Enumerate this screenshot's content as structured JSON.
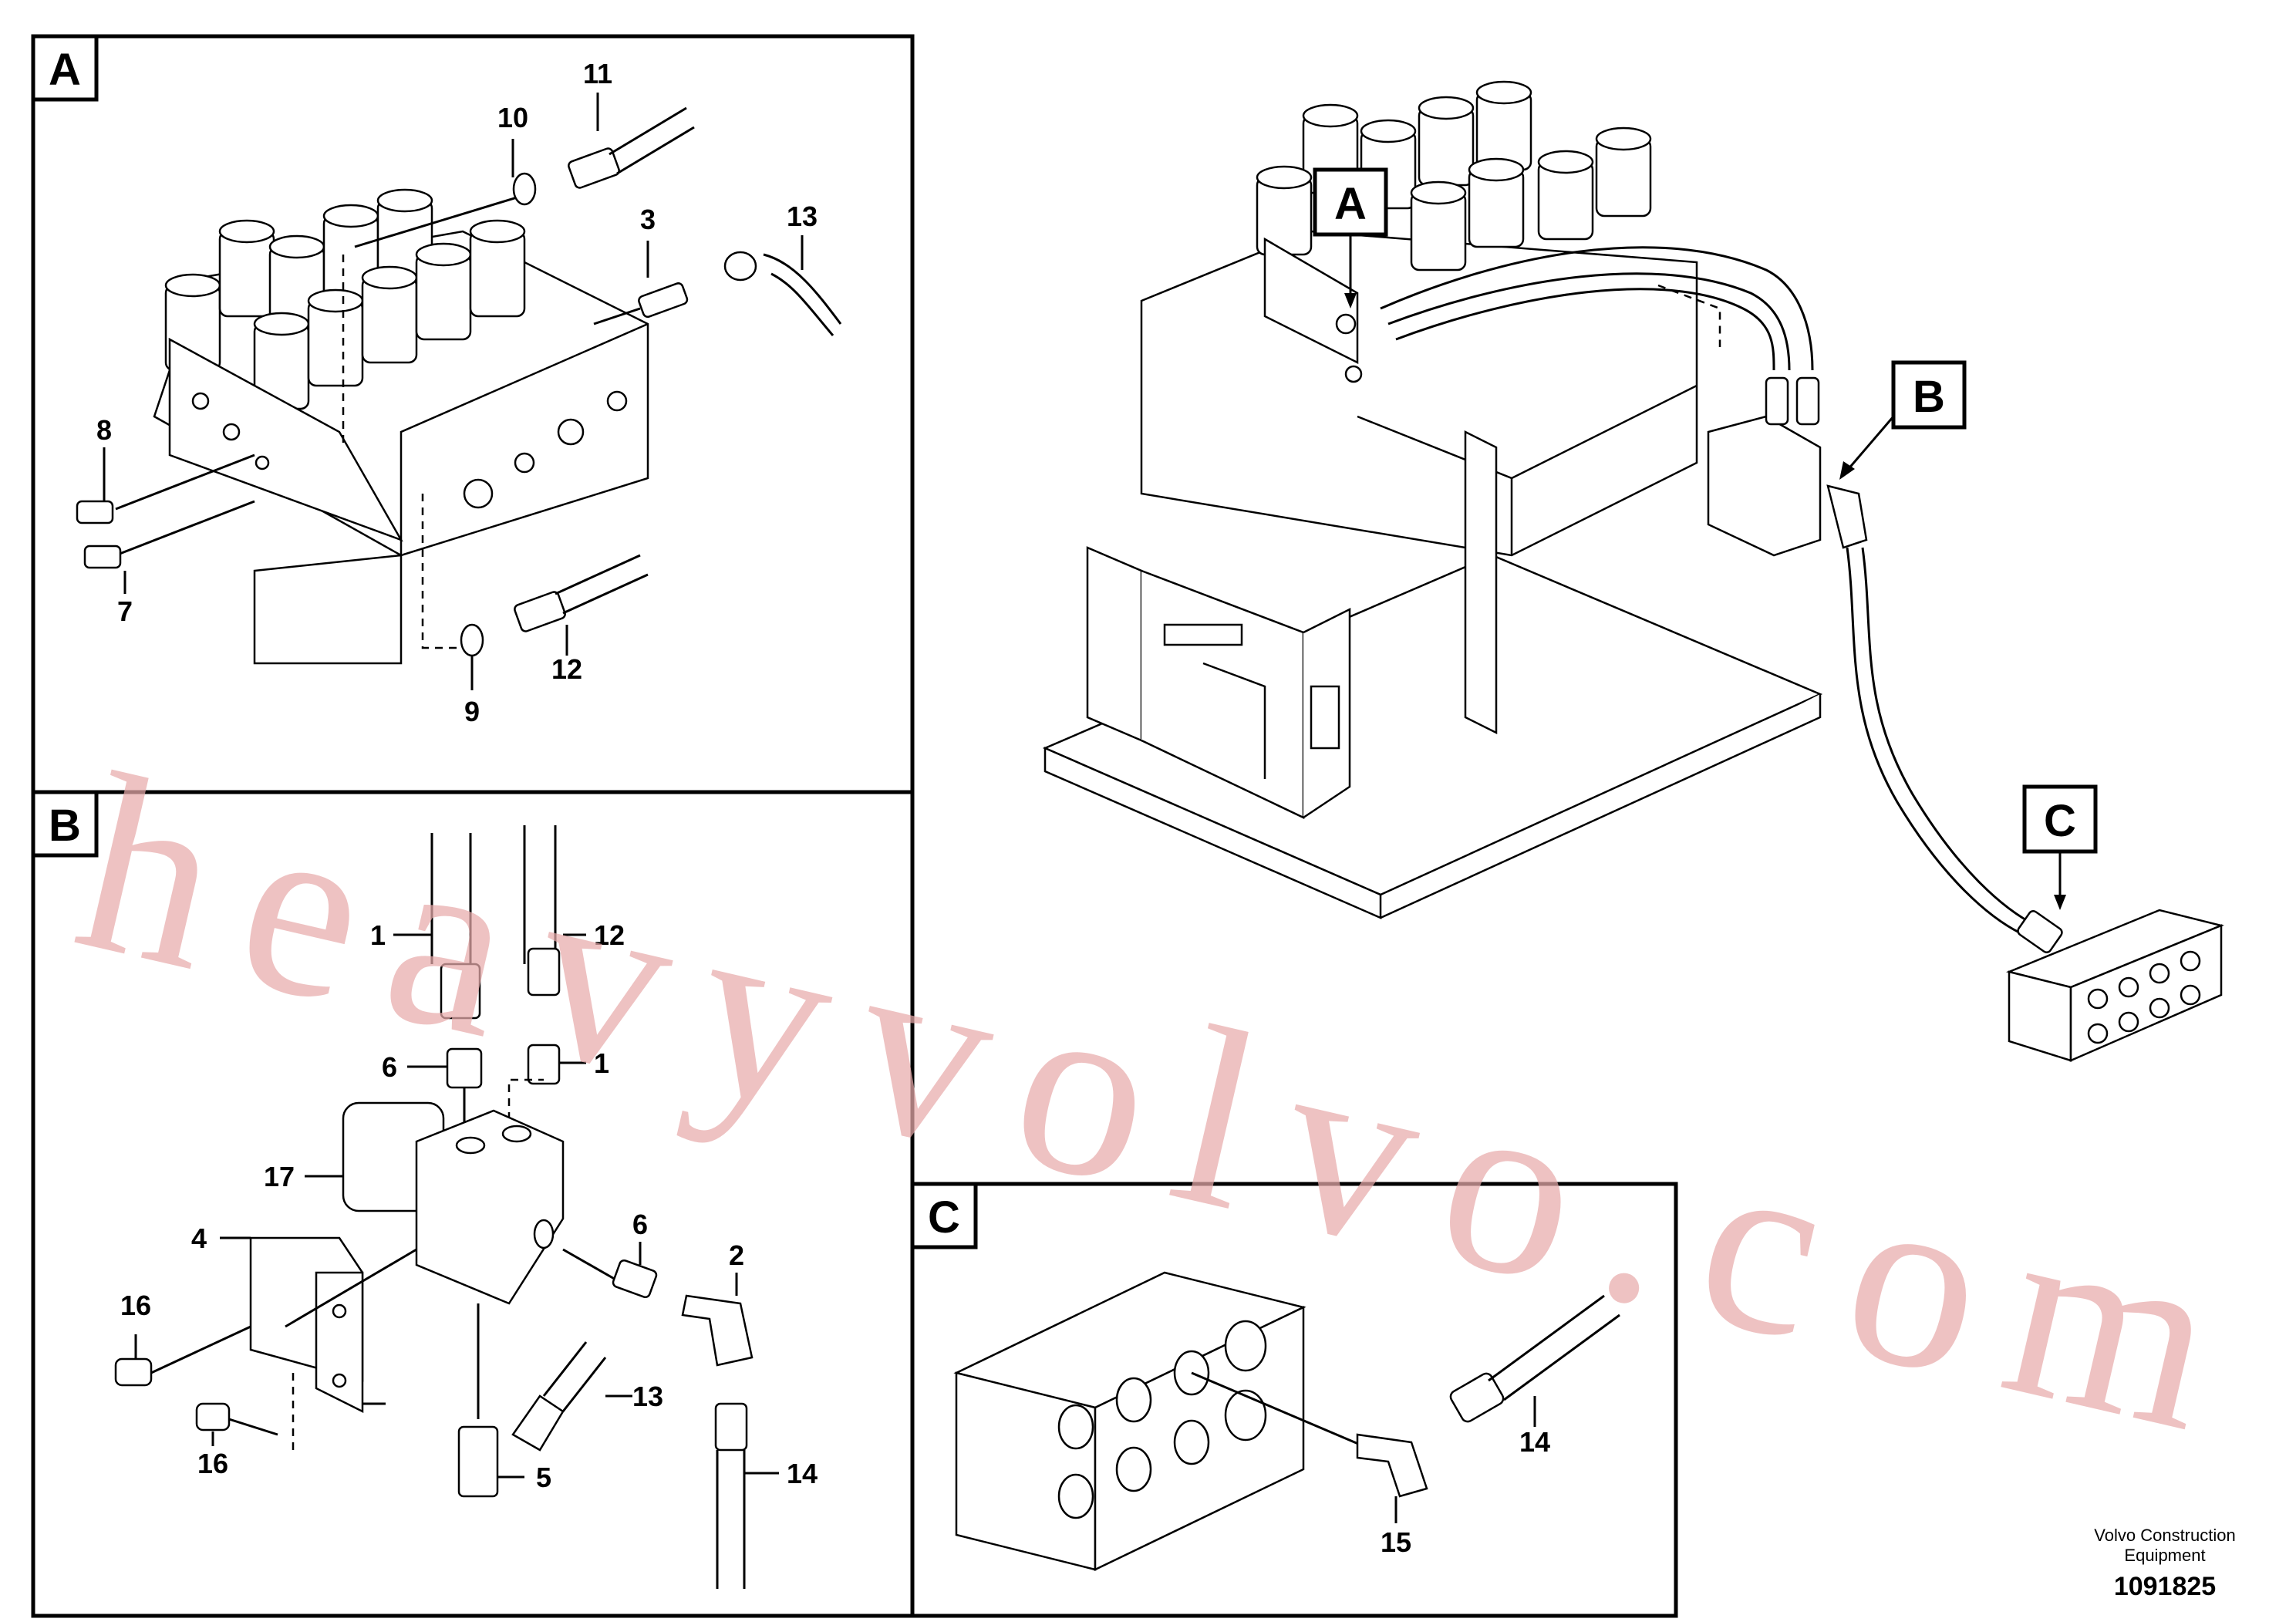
{
  "panels": {
    "a": {
      "letter": "A"
    },
    "b": {
      "letter": "B"
    },
    "c": {
      "letter": "C"
    }
  },
  "main_callouts": {
    "a": "A",
    "b": "B",
    "c": "C"
  },
  "part_labels": {
    "p1a": "1",
    "p1b": "1",
    "p2": "2",
    "p3": "3",
    "p4": "4",
    "p5": "5",
    "p6a": "6",
    "p6b": "6",
    "p7": "7",
    "p8": "8",
    "p9": "9",
    "p10": "10",
    "p11": "11",
    "p12a": "12",
    "p12b": "12",
    "p13a": "13",
    "p13b": "13",
    "p14a": "14",
    "p14b": "14",
    "p15": "15",
    "p16a": "16",
    "p16b": "16",
    "p17": "17"
  },
  "footer": {
    "company_line1": "Volvo Construction",
    "company_line2": "Equipment",
    "drawing_number": "1091825"
  },
  "watermark": "heavyvolvo.com"
}
